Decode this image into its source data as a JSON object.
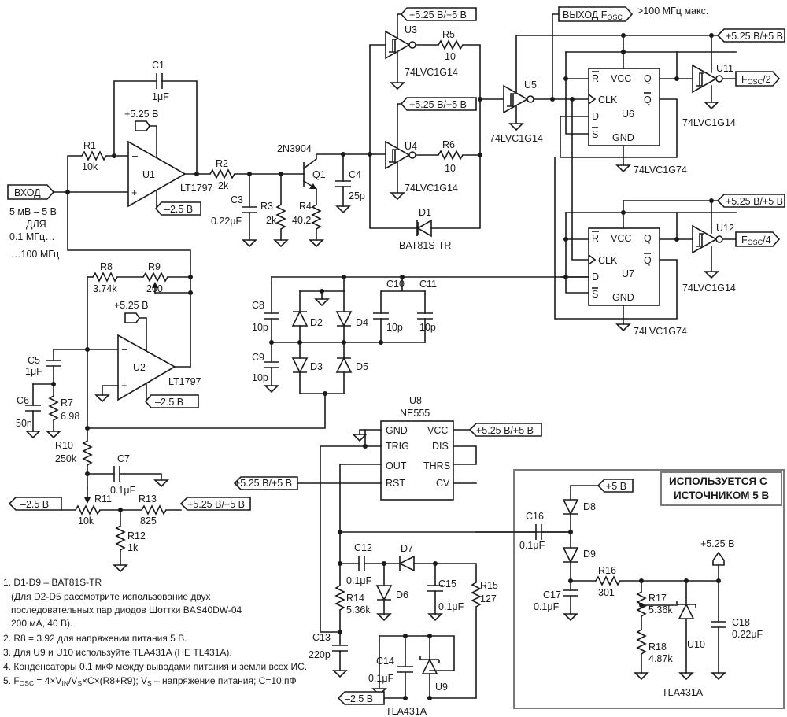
{
  "components": {
    "u1": "U1",
    "u1_part": "LT1797",
    "u2": "U2",
    "u2_part": "LT1797",
    "u3": "U3",
    "u3_part": "74LVC1G14",
    "u4": "U4",
    "u4_part": "74LVC1G14",
    "u5": "U5",
    "u5_part": "74LVC1G14",
    "u6": "U6",
    "u6_part": "74LVC1G74",
    "u7": "U7",
    "u7_part": "74LVC1G74",
    "u8": "U8",
    "u8_part": "NE555",
    "u9": "U9",
    "u9_part": "TLA431A",
    "u10": "U10",
    "u10_part": "TLA431A",
    "u11": "U11",
    "u11_part": "74LVC1G14",
    "u12": "U12",
    "u12_part": "74LVC1G14",
    "q1": "Q1",
    "q1_part": "2N3904",
    "d1": "D1",
    "d1_part": "BAT81S-TR",
    "d2": "D2",
    "d3": "D3",
    "d4": "D4",
    "d5": "D5",
    "d6": "D6",
    "d7": "D7",
    "d8": "D8",
    "d9": "D9",
    "r1": "R1",
    "r1_val": "10k",
    "r2": "R2",
    "r2_val": "2k",
    "r3": "R3",
    "r3_val": "2k",
    "r4": "R4",
    "r4_val": "40.2",
    "r5": "R5",
    "r5_val": "10",
    "r6": "R6",
    "r6_val": "10",
    "r7": "R7",
    "r7_val": "6.98",
    "r8": "R8",
    "r8_val": "3.74k",
    "r9": "R9",
    "r9_val": "200",
    "r10": "R10",
    "r10_val": "250k",
    "r11": "R11",
    "r11_val": "10k",
    "r12": "R12",
    "r12_val": "1k",
    "r13": "R13",
    "r13_val": "825",
    "r14": "R14",
    "r14_val": "5.36k",
    "r15": "R15",
    "r15_val": "127",
    "r16": "R16",
    "r16_val": "301",
    "r17": "R17",
    "r17_val": "5.36k",
    "r18": "R18",
    "r18_val": "4.87k",
    "c1": "C1",
    "c1_val": "1μF",
    "c3": "C3",
    "c3_val": "0.22μF",
    "c4": "C4",
    "c4_val": "25p",
    "c5": "C5",
    "c5_val": "1μF",
    "c6": "C6",
    "c6_val": "50n",
    "c7": "C7",
    "c7_val": "0.1μF",
    "c8": "C8",
    "c8_val": "10p",
    "c9": "C9",
    "c9_val": "10p",
    "c10": "C10",
    "c10_val": "10p",
    "c11": "C11",
    "c11_val": "10p",
    "c12": "C12",
    "c12_val": "0.1μF",
    "c13": "C13",
    "c13_val": "220p",
    "c14": "C14",
    "c14_val": "0.1μF",
    "c15": "C15",
    "c15_val": "0.1μF",
    "c16": "C16",
    "c16_val": "0.1μF",
    "c17": "C17",
    "c17_val": "0.1μF",
    "c18": "C18",
    "c18_val": "0.22μF"
  },
  "pins": {
    "r_bar": "R",
    "vcc": "VCC",
    "q": "Q",
    "q_bar": "Q",
    "clk": "CLK",
    "d": "D",
    "s_bar": "S",
    "gnd": "GND",
    "n555_gnd": "GND",
    "n555_vcc": "VCC",
    "n555_trig": "TRIG",
    "n555_dis": "DIS",
    "n555_out": "OUT",
    "n555_thrs": "THRS",
    "n555_rst": "RST",
    "n555_cv": "CV"
  },
  "rails": {
    "p525": "+5.25 В",
    "p525_p5": "+5.25 В/+5 В",
    "m25": "–2.5 В",
    "p5": "+5 В"
  },
  "signals": {
    "input": "ВХОД",
    "input_range_1": "5 мВ – 5 В",
    "input_range_2": "ДЛЯ",
    "input_range_3": "0.1 МГц…",
    "input_range_4": "…100 МГц",
    "output_main": "ВЫХОД F",
    "output_main_sub": "OSC",
    "output_note": ">100 МГц макс.",
    "fosc2_main": "F",
    "fosc2_sub": "OSC",
    "fosc2_tail": "/2",
    "fosc4_main": "F",
    "fosc4_sub": "OSC",
    "fosc4_tail": "/4"
  },
  "box_title_1": "ИСПОЛЬЗУЕТСЯ С",
  "box_title_2": "ИСТОЧНИКОМ 5 В",
  "notes": [
    "1. D1-D9 – BAT81S-TR",
    "(Для D2-D5 рассмотрите использование двух",
    "последовательных пар диодов Шоттки BAS40DW-04",
    "200 мА, 40 В).",
    "2. R8 = 3.92 для напряжении питания 5 В.",
    "3. Для U9 и U10 используйте TLA431A (НЕ TL431A).",
    "4. Конденсаторы 0.1 мкФ между выводами питания и земли всех ИС.",
    "5. F",
    "OSC",
    " = 4×V",
    "IN",
    "/V",
    "S",
    "×C×(R8+R9); V",
    "S",
    " – напряжение питания; C=10 пФ"
  ]
}
